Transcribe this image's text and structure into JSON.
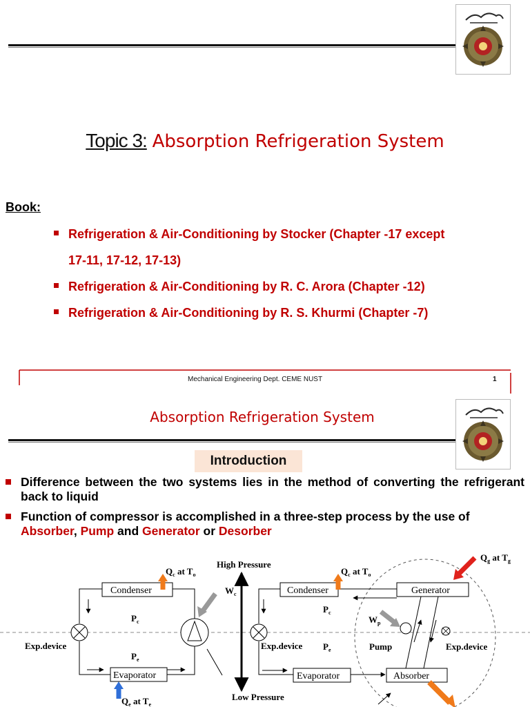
{
  "slide1": {
    "topic_label": "Topic 3:",
    "topic_title": "Absorption Refrigeration System",
    "book_label": "Book:",
    "books": [
      "Refrigeration & Air-Conditioning by Stocker (Chapter -17 except",
      "17-11, 17-12, 17-13)",
      "Refrigeration & Air-Conditioning by R. C. Arora (Chapter -12)",
      "Refrigeration & Air-Conditioning by R. S. Khurmi (Chapter -7)"
    ],
    "footer_text": "Mechanical Engineering Dept. CEME NUST",
    "page_number": "1"
  },
  "slide2": {
    "title": "Absorption Refrigeration System",
    "section": "Introduction",
    "bullet1": "Difference between the two systems lies in the method of converting the refrigerant back to liquid",
    "bullet2_prefix": "Function of compressor is accomplished in a three-step process by the use of",
    "bullet2_w1": "Absorber",
    "bullet2_sep1": ", ",
    "bullet2_w2": "Pump",
    "bullet2_sep2": " and ",
    "bullet2_w3": "Generator",
    "bullet2_sep3": " or ",
    "bullet2_w4": "Desorber"
  },
  "diagram": {
    "high_pressure": "High Pressure",
    "low_pressure": "Low Pressure",
    "condenser": "Condenser",
    "evaporator": "Evaporator",
    "generator": "Generator",
    "absorber": "Absorber",
    "exp_device": "Exp.device",
    "pump": "Pump",
    "pc": "P",
    "pc_sub": "c",
    "pe": "P",
    "pe_sub": "e",
    "qc": "Q",
    "qc_sub": "c",
    "qc_at": " at T",
    "qc_at_sub": "o",
    "qe": "Q",
    "qe_sub": "e",
    "qe_at": " at T",
    "qe_at_sub": "e",
    "qg": "Q",
    "qg_sub": "g",
    "qg_at": " at T",
    "qg_at_sub": "g",
    "wc": "W",
    "wc_sub": "c",
    "wp": "W",
    "wp_sub": "p",
    "colors": {
      "orange": "#f07a1a",
      "blue": "#2f6fd8",
      "red_arrow": "#e0221c",
      "gray_arrow": "#c8c8c8"
    }
  }
}
